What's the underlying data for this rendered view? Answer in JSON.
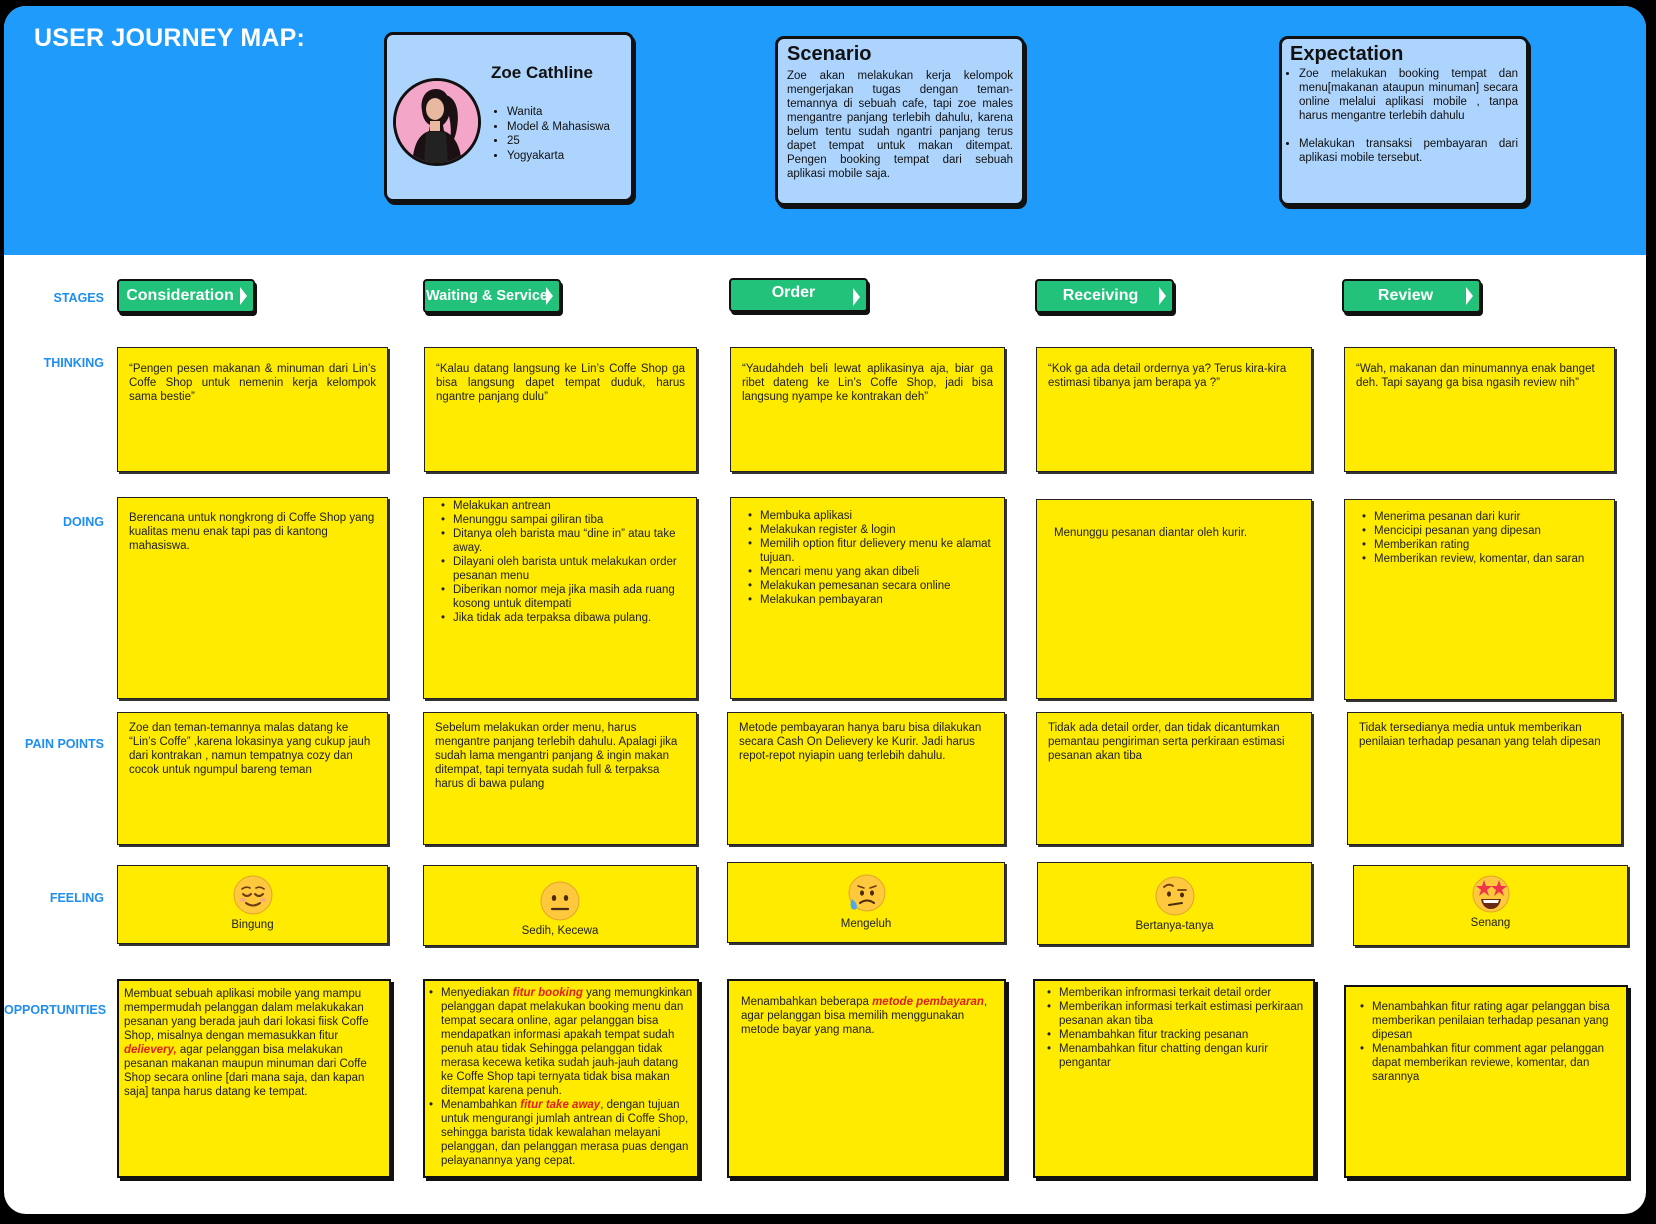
{
  "title": "USER JOURNEY MAP:",
  "persona": {
    "name": "Zoe Cathline",
    "details": [
      "Wanita",
      "Model & Mahasiswa",
      "25",
      "Yogyakarta"
    ]
  },
  "scenario": {
    "heading": "Scenario",
    "text": "Zoe akan melakukan kerja kelompok mengerjakan tugas dengan teman-temannya di sebuah cafe, tapi zoe males mengantre panjang terlebih dahulu, karena belum tentu sudah ngantri panjang terus dapet tempat untuk makan ditempat. Pengen booking tempat dari sebuah aplikasi mobile saja."
  },
  "expectation": {
    "heading": "Expectation",
    "items": [
      "Zoe melakukan booking tempat dan menu[makanan ataupun minuman] secara online melalui aplikasi mobile , tanpa harus mengantre terlebih dahulu",
      "Melakukan transaksi pembayaran dari aplikasi mobile tersebut."
    ]
  },
  "row_labels": {
    "stages": "STAGES",
    "thinking": "THINKING",
    "doing": "DOING",
    "pain_points": "PAIN POINTS",
    "feeling": "FEELING",
    "opportunities": "OPPORTUNITIES"
  },
  "stages": [
    "Consideration",
    "Waiting & Service",
    "Order",
    "Receiving",
    "Review"
  ],
  "thinking": [
    "“Pengen pesen makanan & minuman dari Lin’s Coffe Shop untuk nemenin kerja kelompok sama bestie”",
    "“Kalau datang langsung ke Lin’s Coffe Shop ga bisa langsung dapet tempat duduk, harus ngantre panjang dulu”",
    "“Yaudahdeh beli lewat aplikasinya aja, biar ga ribet dateng ke Lin’s Coffe Shop, jadi bisa langsung nyampe ke kontrakan deh”",
    "“Kok ga ada detail ordernya ya? Terus kira-kira estimasi tibanya jam berapa ya ?”",
    "“Wah, makanan dan minumannya enak banget deh. Tapi sayang ga bisa ngasih review nih”"
  ],
  "doing": {
    "consideration": "Berencana untuk nongkrong di Coffe Shop yang kualitas menu enak tapi pas di kantong mahasiswa.",
    "waiting": [
      "Melakukan antrean",
      "Menunggu sampai giliran tiba",
      "Ditanya oleh barista  mau “dine in” atau take away.",
      "Dilayani oleh barista untuk melakukan order pesanan menu",
      "Diberikan nomor meja jika masih ada ruang kosong untuk ditempati",
      "Jika tidak ada terpaksa dibawa pulang."
    ],
    "order": [
      "Membuka aplikasi",
      "Melakukan register & login",
      "Memilih option fitur  delievery menu ke alamat tujuan.",
      "Mencari menu yang akan dibeli",
      "Melakukan pemesanan secara online",
      "Melakukan pembayaran"
    ],
    "receiving": "Menunggu pesanan diantar oleh kurir.",
    "review": [
      "Menerima pesanan dari kurir",
      "Mencicipi pesanan yang dipesan",
      "Memberikan rating",
      "Memberikan  review, komentar, dan saran"
    ]
  },
  "pain_points": [
    "Zoe dan teman-temannya malas datang ke “Lin’s Coffe” ,karena lokasinya yang cukup jauh dari kontrakan , namun tempatnya cozy dan cocok untuk ngumpul bareng teman",
    "Sebelum melakukan order menu, harus mengantre panjang terlebih dahulu. Apalagi jika sudah lama mengantri panjang & ingin makan ditempat, tapi ternyata sudah full & terpaksa harus di bawa pulang",
    "Metode pembayaran hanya baru bisa dilakukan secara Cash On Delievery ke Kurir. Jadi harus repot-repot nyiapin uang terlebih dahulu.",
    "Tidak ada detail order, dan tidak dicantumkan pemantau pengiriman serta perkiraan estimasi pesanan akan tiba",
    "Tidak tersedianya media untuk memberikan penilaian terhadap pesanan yang telah dipesan"
  ],
  "feeling": [
    {
      "label": "Bingung",
      "icon": "relieved-face-icon"
    },
    {
      "label": "Sedih, Kecewa",
      "icon": "neutral-face-icon"
    },
    {
      "label": "Mengeluh",
      "icon": "sad-sweat-face-icon"
    },
    {
      "label": "Bertanya-tanya",
      "icon": "raised-eyebrow-face-icon"
    },
    {
      "label": "Senang",
      "icon": "star-struck-face-icon"
    }
  ],
  "opportunities": {
    "consideration": {
      "before": "Membuat sebuah aplikasi mobile yang mampu mempermudah pelanggan dalam melakukakan pesanan yang berada jauh dari lokasi fiisk Coffe Shop, misalnya dengan memasukkan fitur ",
      "highlight": "delievery,",
      "after": " agar pelanggan bisa melakukan pesanan makanan maupun minuman dari Coffe Shop secara online [dari mana saja, dan kapan saja] tanpa harus datang ke tempat."
    },
    "waiting": [
      {
        "before": "Menyediakan ",
        "highlight": "fitur  booking",
        "after": "  yang memungkinkan pelanggan dapat melakukan booking menu dan tempat secara online, agar pelanggan bisa mendapatkan informasi apakah tempat sudah penuh atau tidak Sehingga pelanggan tidak merasa kecewa ketika sudah jauh-jauh datang ke Coffe Shop tapi ternyata tidak bisa makan  ditempat karena penuh."
      },
      {
        "before": "Menambahkan ",
        "highlight": "fitur take away",
        "after": ",  dengan tujuan untuk mengurangi jumlah antrean di Coffe Shop, sehingga barista tidak kewalahan melayani pelanggan, dan pelanggan merasa puas dengan pelayanannya yang cepat."
      }
    ],
    "order": {
      "before": "Menambahkan beberapa ",
      "highlight": "metode pembayaran",
      "after": ", agar pelanggan bisa memilih menggunakan metode bayar yang mana."
    },
    "receiving": [
      "Memberikan infrormasi terkait detail order",
      "Memberikan informasi terkait estimasi perkiraan pesanan akan tiba",
      "Menambahkan fitur tracking pesanan",
      "Menambahkan fitur chatting dengan kurir pengantar"
    ],
    "review": [
      "Menambahkan fitur rating agar pelanggan bisa memberikan penilaian terhadap pesanan yang dipesan",
      "Menambahkan fitur comment agar pelanggan dapat memberikan reviewe, komentar, dan sarannya"
    ]
  },
  "colors": {
    "header_blue": "#1e9bfb",
    "card_blue": "#add4fd",
    "stage_green": "#22c27a",
    "sticky_yellow": "#ffeb00",
    "label_blue": "#1e8ef0",
    "highlight_red": "#e0201b"
  }
}
